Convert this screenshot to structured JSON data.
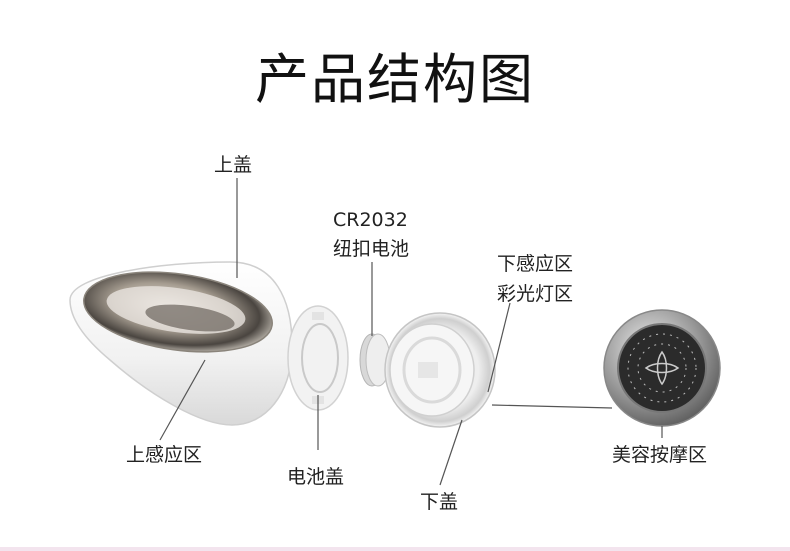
{
  "title": "产品结构图",
  "labels": {
    "top_cover": "上盖",
    "battery_model": "CR2032",
    "battery_name": "纽扣电池",
    "lower_sense_line1": "下感应区",
    "lower_sense_line2": "彩光灯区",
    "upper_sense": "上感应区",
    "battery_cover": "电池盖",
    "bottom_cover": "下盖",
    "massage_zone": "美容按摩区"
  },
  "colors": {
    "shell": "#f4f4f4",
    "chrome": "#b9b3ab",
    "chrome_dark": "#4a4540",
    "leader_line": "#555555",
    "massage_head": "#2b2b2b"
  }
}
